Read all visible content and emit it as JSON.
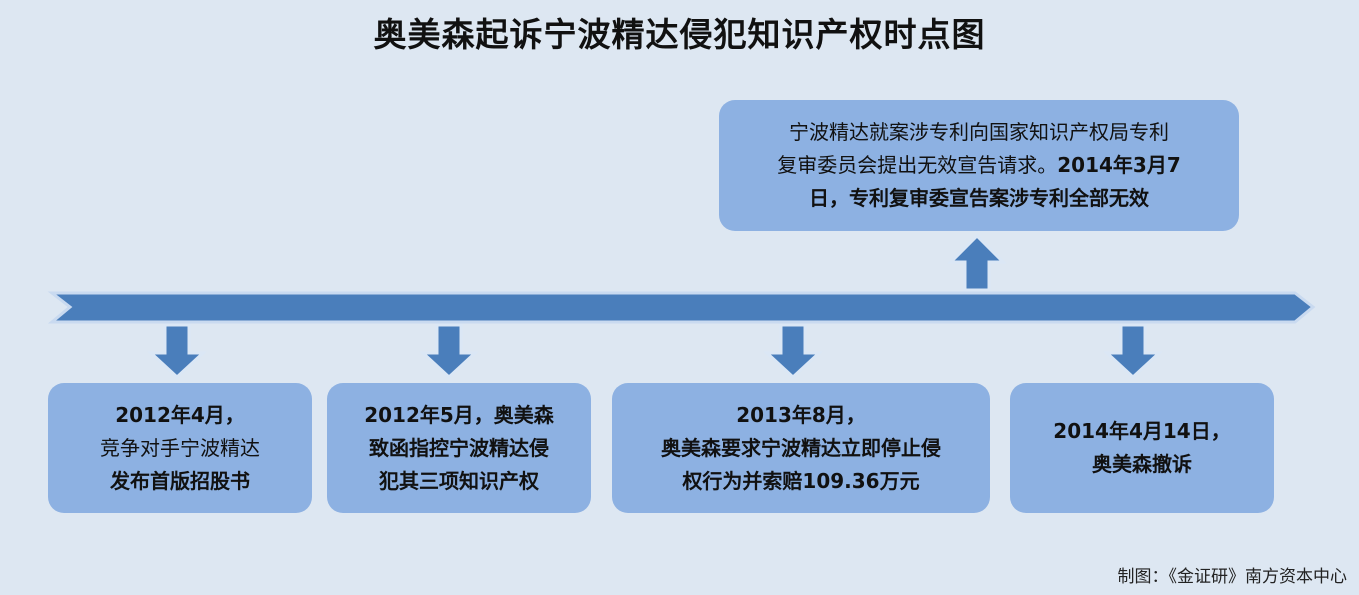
{
  "title": "奥美森起诉宁波精达侵犯知识产权时点图",
  "events": [
    {
      "l1": "2012年4月，",
      "l2": "竞争对手宁波精达",
      "l3": "发布首版招股书"
    },
    {
      "l1": "2012年5月，奥美森",
      "l2": "致函指控宁波精达侵",
      "l3": "犯其三项知识产权"
    },
    {
      "l1": "2013年8月，",
      "l2": "奥美森要求宁波精达立即停止侵",
      "l3": "权行为并索赔109.36万元"
    },
    {
      "l1": "2014年4月14日，",
      "l2": "奥美森撤诉"
    }
  ],
  "top_event": {
    "l1": "宁波精达就案涉专利向国家知识产权局专利",
    "l2a": "复审委员会提出无效宣告请求。",
    "l2b": "2014年3月7",
    "l3": "日，专利复审委宣告案涉专利全部无效"
  },
  "footer": "制图：《金证研》南方资本中心",
  "colors": {
    "box": "#8db1e2",
    "arrow": "#4a7ebb",
    "arrow_stroke": "#dbe7f5",
    "background": "#dde7f2"
  }
}
